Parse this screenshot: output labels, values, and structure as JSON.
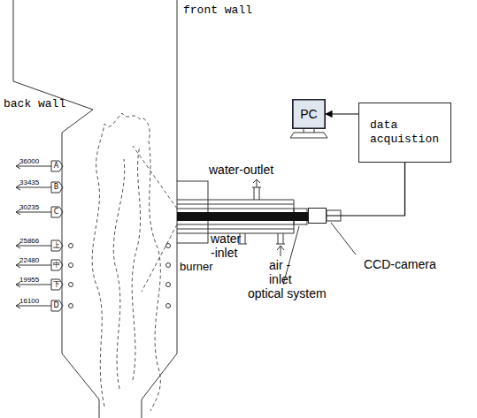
{
  "diagram": {
    "nodes": [
      {
        "text": [
          "PC"
        ]
      },
      {
        "text": [
          "data acquistion"
        ]
      },
      {
        "text": [
          "CCD-camera"
        ]
      }
    ],
    "edges": [
      {
        "from": 1,
        "to": 0,
        "arrow": "to"
      },
      {
        "from": 2,
        "to": 1,
        "arrow": "none"
      }
    ],
    "labels": [
      "back wall",
      "front wall",
      "36000",
      "A",
      "33435",
      "B",
      "30235",
      "C",
      "25866",
      "上",
      "22480",
      "中",
      "19955",
      "下",
      "16100",
      "D",
      "water-outlet",
      "water -inlet",
      "air -inlet",
      "burner",
      "optical system"
    ]
  }
}
